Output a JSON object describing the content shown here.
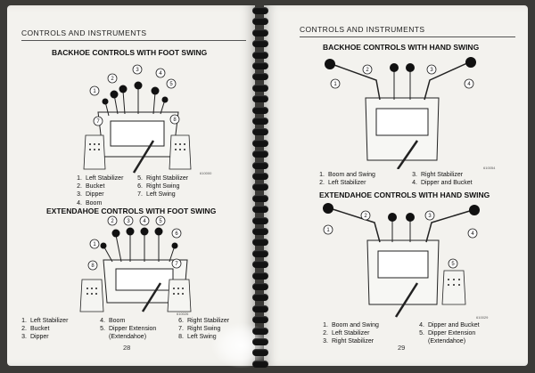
{
  "left_page": {
    "header": "CONTROLS AND INSTRUMENTS",
    "page_number": "28",
    "section1": {
      "title": "BACKHOE CONTROLS WITH FOOT SWING",
      "figure_id": "610000",
      "legend": [
        {
          "n": "1.",
          "label": "Left Stabilizer"
        },
        {
          "n": "2.",
          "label": "Bucket"
        },
        {
          "n": "3.",
          "label": "Dipper"
        },
        {
          "n": "4.",
          "label": "Boom"
        },
        {
          "n": "5.",
          "label": "Right Stabilizer"
        },
        {
          "n": "6.",
          "label": "Right Swing"
        },
        {
          "n": "7.",
          "label": "Left Swing"
        }
      ]
    },
    "section2": {
      "title": "EXTENDAHOE CONTROLS WITH FOOT SWING",
      "figure_id": "610026",
      "legend": [
        {
          "n": "1.",
          "label": "Left Stabilizer"
        },
        {
          "n": "2.",
          "label": "Bucket"
        },
        {
          "n": "3.",
          "label": "Dipper"
        },
        {
          "n": "4.",
          "label": "Boom"
        },
        {
          "n": "5.",
          "label": "Dipper Extension"
        },
        {
          "n": "",
          "label": "(Extendahoe)"
        },
        {
          "n": "6.",
          "label": "Right Stabilizer"
        },
        {
          "n": "7.",
          "label": "Right Swing"
        },
        {
          "n": "8.",
          "label": "Left Swing"
        }
      ]
    }
  },
  "right_page": {
    "header": "CONTROLS AND INSTRUMENTS",
    "page_number": "29",
    "section1": {
      "title": "BACKHOE CONTROLS WITH HAND SWING",
      "figure_id": "610054",
      "legend": [
        {
          "n": "1.",
          "label": "Boom and Swing"
        },
        {
          "n": "2.",
          "label": "Left Stabilizer"
        },
        {
          "n": "3.",
          "label": "Right Stabilizer"
        },
        {
          "n": "4.",
          "label": "Dipper and Bucket"
        }
      ]
    },
    "section2": {
      "title": "EXTENDAHOE CONTROLS WITH HAND SWING",
      "figure_id": "610029",
      "legend": [
        {
          "n": "1.",
          "label": "Boom and Swing"
        },
        {
          "n": "2.",
          "label": "Left Stabilizer"
        },
        {
          "n": "3.",
          "label": "Right Stabilizer"
        },
        {
          "n": "4.",
          "label": "Dipper and Bucket"
        },
        {
          "n": "5.",
          "label": "Dipper Extension"
        },
        {
          "n": "",
          "label": "(Extendahoe)"
        }
      ]
    }
  },
  "callouts": {
    "fig1": [
      "1",
      "2",
      "3",
      "4",
      "5",
      "7",
      "8"
    ],
    "fig2": [
      "1",
      "2",
      "3",
      "4",
      "5",
      "6",
      "7",
      "8"
    ],
    "fig3": [
      "1",
      "2",
      "3",
      "4"
    ],
    "fig4": [
      "1",
      "2",
      "3",
      "4",
      "5"
    ]
  }
}
